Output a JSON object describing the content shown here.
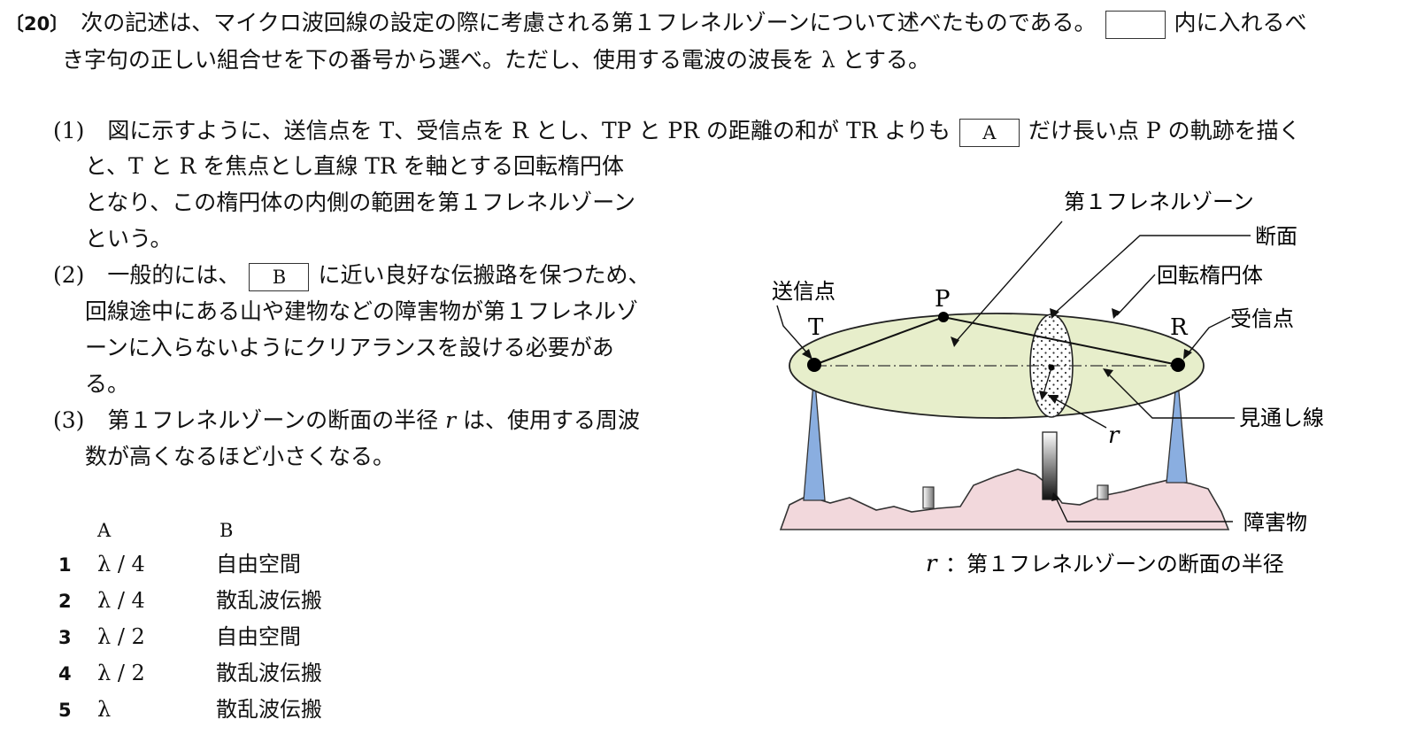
{
  "question": {
    "number": "〔20〕",
    "line1_a": "次の記述は、マイクロ波回線の設定の際に考慮される第１フレネルゾーンについて述べたものである。",
    "line1_b": "内に入れるべ",
    "line2": "き字句の正しい組合せを下の番号から選べ。ただし、使用する電波の波長を λ とする。"
  },
  "items": {
    "i1": {
      "label": "(1)",
      "l1_a": "図に示すように、送信点を T、受信点を R とし、TP と PR の距離の和が TR よりも",
      "box": "A",
      "l1_b": "だけ長い点 P の軌跡を描く",
      "l2": "と、T と R を焦点とし直線 TR を軸とする回転楕円体",
      "l3": "となり、この楕円体の内側の範囲を第１フレネルゾーン",
      "l4": "という。"
    },
    "i2": {
      "label": "(2)",
      "l1_a": "一般的には、",
      "box": "B",
      "l1_b": "に近い良好な伝搬路を保つため、",
      "l2": "回線途中にある山や建物などの障害物が第１フレネルゾ",
      "l3": "ーンに入らないようにクリアランスを設ける必要があ",
      "l4": "る。"
    },
    "i3": {
      "label": "(3)",
      "l1_a": "第１フレネルゾーンの断面の半径",
      "r": "r",
      "l1_b": "は、使用する周波",
      "l2": "数が高くなるほど小さくなる。"
    }
  },
  "choices": {
    "header_a": "A",
    "header_b": "B",
    "list": [
      {
        "num": "1",
        "a": "λ / 4",
        "b": "自由空間"
      },
      {
        "num": "2",
        "a": "λ / 4",
        "b": "散乱波伝搬"
      },
      {
        "num": "3",
        "a": "λ / 2",
        "b": "自由空間"
      },
      {
        "num": "4",
        "a": "λ / 2",
        "b": "散乱波伝搬"
      },
      {
        "num": "5",
        "a": "λ",
        "b": "散乱波伝搬"
      }
    ]
  },
  "figure": {
    "label_fresnel": "第１フレネルゾーン",
    "label_section": "断面",
    "label_spheroid": "回転楕円体",
    "label_tx": "送信点",
    "label_rx": "受信点",
    "label_T": "T",
    "label_P": "P",
    "label_R": "R",
    "label_los": "見通し線",
    "label_r": "r",
    "label_obstacle": "障害物",
    "caption_r": "r",
    "caption_text": "：第１フレネルゾーンの断面の半径",
    "colors": {
      "ellipse_fill": "#e7eecb",
      "terrain_fill": "#f2d8dc",
      "tower_fill": "#8aaee0"
    }
  }
}
